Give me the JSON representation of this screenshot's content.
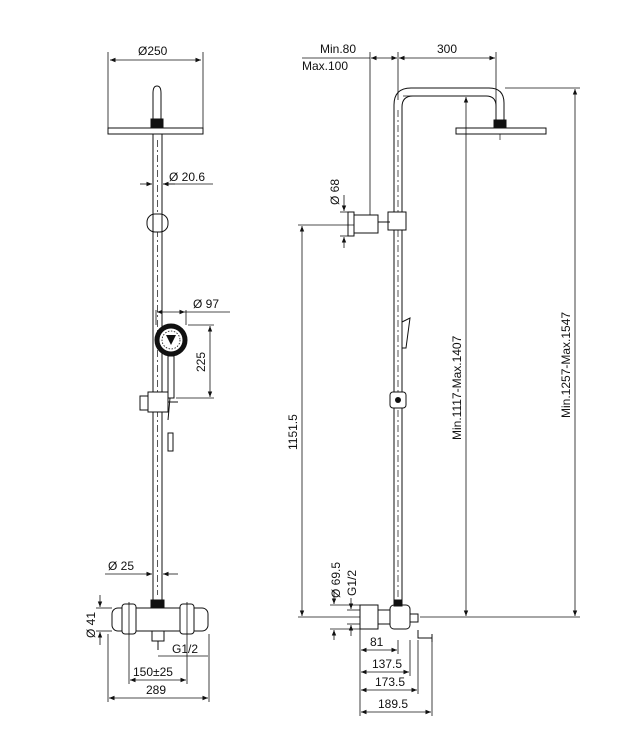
{
  "front_view": {
    "head_diameter": "Ø250",
    "pipe_diameter": "Ø 20.6",
    "hand_shower_diameter": "Ø 97",
    "hand_shower_length": "225",
    "lower_pipe_diameter": "Ø 25",
    "body_diameter": "Ø 41",
    "outlet_thread": "G1/2",
    "inlet_spacing": "150±25",
    "body_width": "289"
  },
  "side_view": {
    "offset_min_max": [
      "Min.80",
      "Max.100"
    ],
    "arm_length": "300",
    "wall_bracket_diameter": "Ø 68",
    "bracket_height": "1151.5",
    "bar_height_range": "Min.1117-Max.1407",
    "total_height_range": "Min.1257-Max.1547",
    "escutcheon_diameter": "Ø 69.5",
    "inlet_thread": "G1/2",
    "depths": [
      "81",
      "137.5",
      "173.5",
      "189.5"
    ]
  }
}
